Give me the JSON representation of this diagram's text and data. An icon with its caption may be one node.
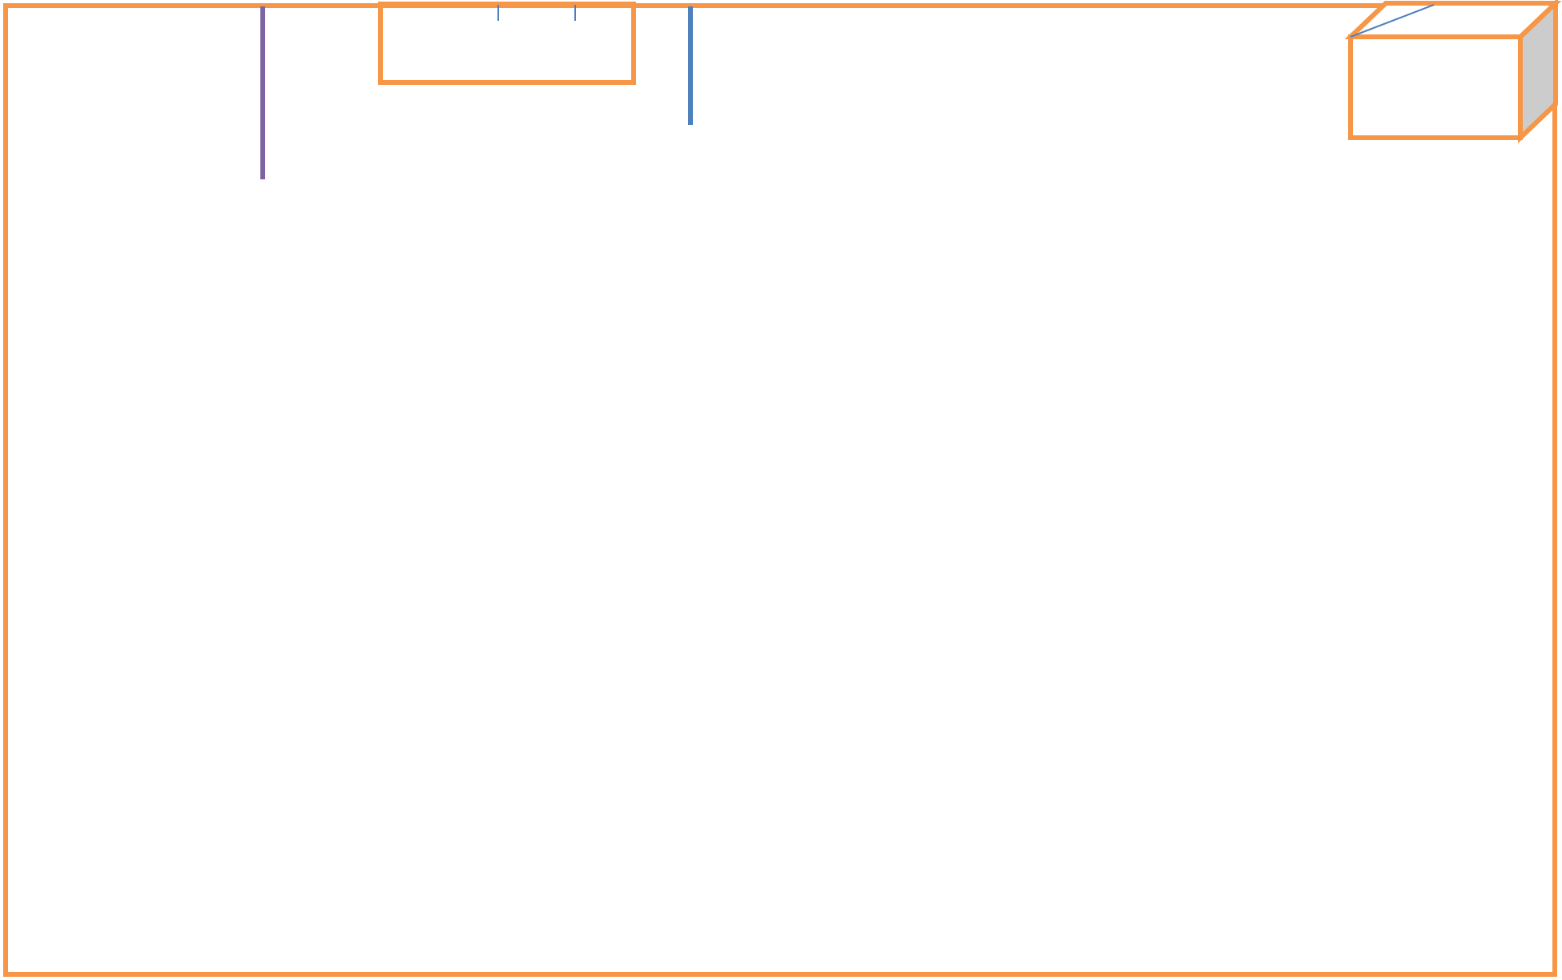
{
  "diagram": {
    "nodes": [
      {
        "text": [],
        "shape": "box"
      },
      {
        "text": [],
        "shape": "box",
        "in": 0
      },
      {
        "text": [],
        "shape": "cube",
        "in": 0
      }
    ]
  }
}
